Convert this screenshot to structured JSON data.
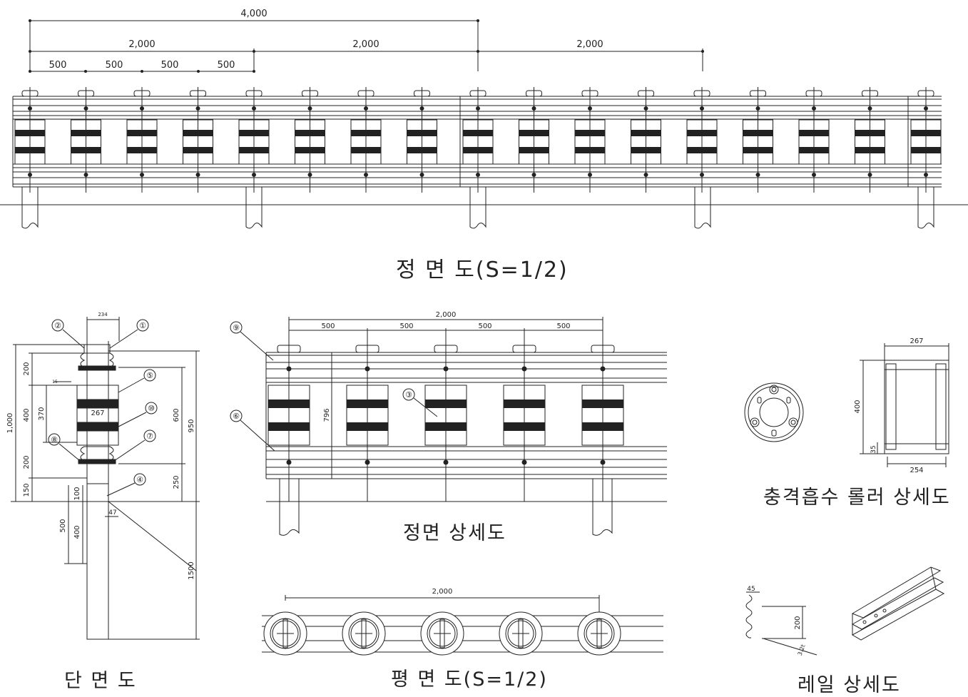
{
  "titles": {
    "front": "정 면 도(S=1/2)",
    "front_detail": "정면 상세도",
    "section": "단 면 도",
    "plan": "평 면 도(S=1/2)",
    "roller_detail": "충격흡수 롤러 상세도",
    "rail_detail": "레일 상세도"
  },
  "front_dims": {
    "total": "4,000",
    "spans": [
      "2,000",
      "2,000",
      "2,000"
    ],
    "subs": [
      "500",
      "500",
      "500",
      "500"
    ]
  },
  "section_dims": {
    "top_width": "234",
    "bolt": "15",
    "roller_width": "267",
    "left": [
      "1,000",
      "200",
      "400",
      "370",
      "200",
      "150"
    ],
    "right": [
      "600",
      "950",
      "250",
      "1500"
    ],
    "embed": [
      "100",
      "500",
      "400",
      "47"
    ],
    "callouts": [
      "①",
      "②",
      "④",
      "⑤",
      "⑦",
      "⑧",
      "⑩"
    ]
  },
  "detail_dims": {
    "total": "2,000",
    "subs": [
      "500",
      "500",
      "500",
      "500"
    ],
    "height": "796",
    "callouts": [
      "③",
      "⑥",
      "⑨"
    ]
  },
  "plan_dims": {
    "total": "2,000"
  },
  "roller_dims": {
    "width": "267",
    "height": "400",
    "cap": "35",
    "base": "254"
  },
  "rail_dims": {
    "top": "45",
    "height": "200",
    "thick": "3.2t"
  }
}
